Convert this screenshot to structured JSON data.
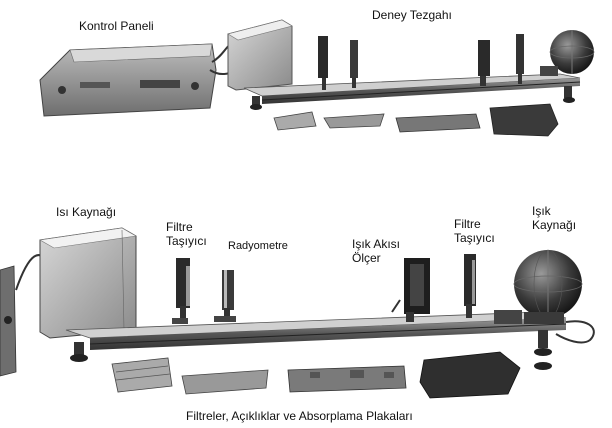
{
  "labels": {
    "control_panel": "Kontrol Paneli",
    "test_bench": "Deney Tezgahı",
    "heat_source": "Isı Kaynağı",
    "filter_holder_left_1": "Filtre",
    "filter_holder_left_2": "Taşıyıcı",
    "radiometer": "Radyometre",
    "light_flux_meter_1": "Işık Akısı",
    "light_flux_meter_2": "Ölçer",
    "filter_holder_right_1": "Filtre",
    "filter_holder_right_2": "Taşıyıcı",
    "light_source_1": "Işık",
    "light_source_2": "Kaynağı",
    "plates_caption": "Filtreler, Açıklıklar ve Absorplama Plakaları"
  }
}
